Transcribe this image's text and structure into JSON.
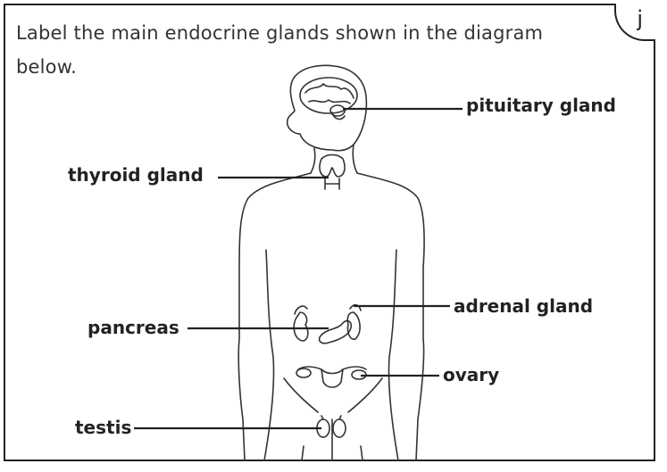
{
  "worksheet": {
    "corner_letter": "j",
    "instruction": "Label the main endocrine glands shown in the diagram below."
  },
  "labels": {
    "pituitary": "pituitary gland",
    "thyroid": "thyroid gland",
    "adrenal": "adrenal gland",
    "pancreas": "pancreas",
    "ovary": "ovary",
    "testis": "testis"
  }
}
